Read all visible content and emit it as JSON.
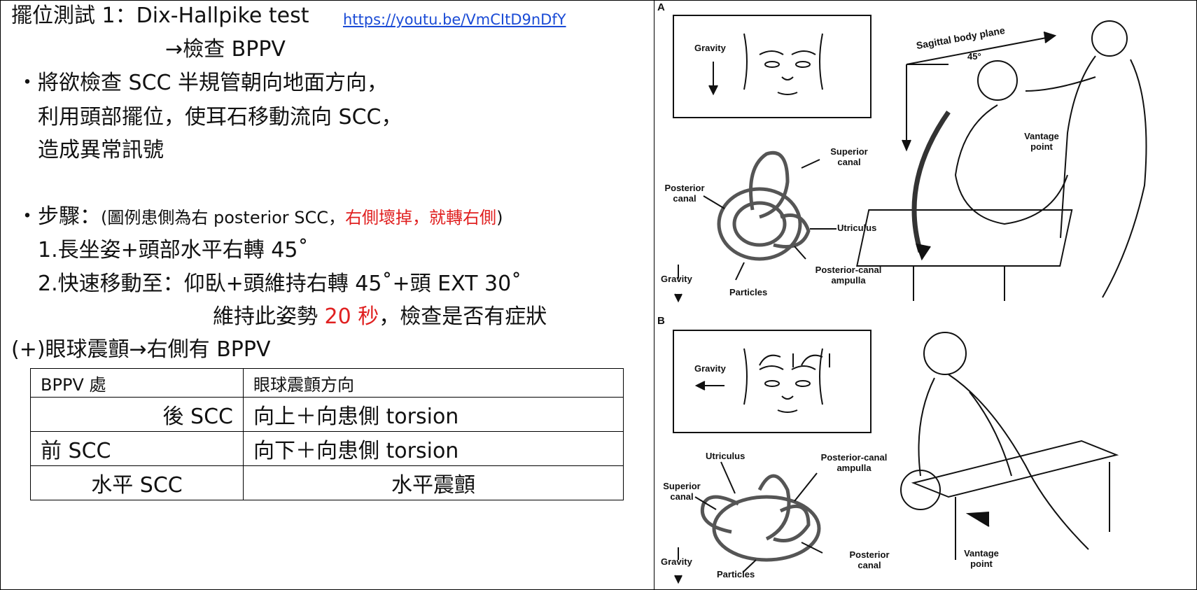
{
  "slide": {
    "title": "擺位測試 1：Dix-Hallpike test",
    "link": "https://youtu.be/VmCItD9nDfY",
    "subtitle": "→檢查 BPPV",
    "bullet1": [
      "・將欲檢查 SCC 半規管朝向地面方向，",
      "利用頭部擺位，使耳石移動流向 SCC，",
      "造成異常訊號"
    ],
    "steps": {
      "label": "・步驟：",
      "note_black": "(圖例患側為右 posterior SCC，",
      "note_red": "右側壞掉，就轉右側",
      "note_close": ")",
      "step1": "1.長坐姿+頭部水平右轉 45˚",
      "step2": "2.快速移動至：仰臥+頭維持右轉 45˚+頭 EXT 30˚",
      "hold_pre": "維持此姿勢 ",
      "hold_red": "20 秒",
      "hold_post": "，檢查是否有症狀"
    },
    "positive": "(+)眼球震顫→右側有 BPPV"
  },
  "table": {
    "headers": [
      "BPPV 處",
      "眼球震顫方向"
    ],
    "rows": [
      [
        "後 SCC",
        "向上＋向患側 torsion"
      ],
      [
        "前 SCC",
        "向下＋向患側 torsion"
      ],
      [
        "水平 SCC",
        "水平震顫"
      ]
    ]
  },
  "figure": {
    "panel_a": "A",
    "panel_b": "B",
    "gravity": "Gravity",
    "sagittal": "Sagittal body plane",
    "angle": "45°",
    "vantage": "Vantage point",
    "superior_canal": "Superior canal",
    "posterior_canal": "Posterior canal",
    "utriculus": "Utriculus",
    "posterior_ampulla": "Posterior-canal ampulla",
    "particles": "Particles"
  },
  "colors": {
    "red": "#e02020",
    "link": "#1a4bd6"
  }
}
